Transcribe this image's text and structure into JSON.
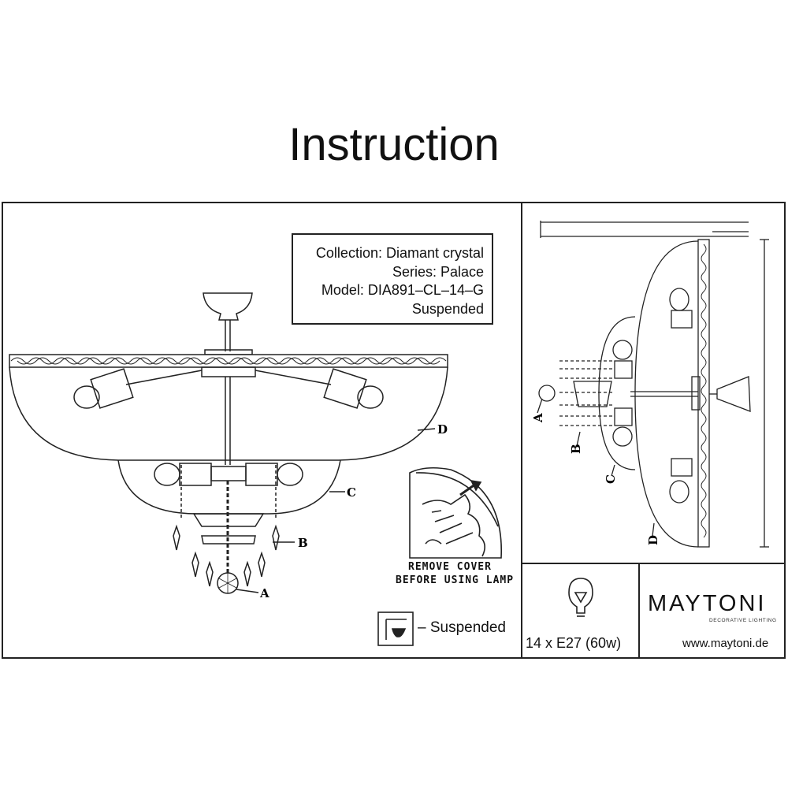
{
  "title": "Instruction",
  "info": {
    "collection": "Collection: Diamant crystal",
    "series": "Series: Palace",
    "model": "Model: DIA891–CL–14–G",
    "mount": "Suspended"
  },
  "cover_caption": {
    "line1": "REMOVE COVER",
    "line2": "BEFORE USING LAMP"
  },
  "legend": {
    "icon": "suspended-mount-icon",
    "text": "– Suspended"
  },
  "lamp": {
    "icon": "light-bulb-icon",
    "text": "14 x E27 (60w)"
  },
  "brand": {
    "name": "MAYTONI",
    "tagline": "DECORATIVE LIGHTING",
    "url": "www.maytoni.de"
  },
  "part_labels": {
    "a": "A",
    "b": "B",
    "c": "C",
    "d": "D"
  }
}
